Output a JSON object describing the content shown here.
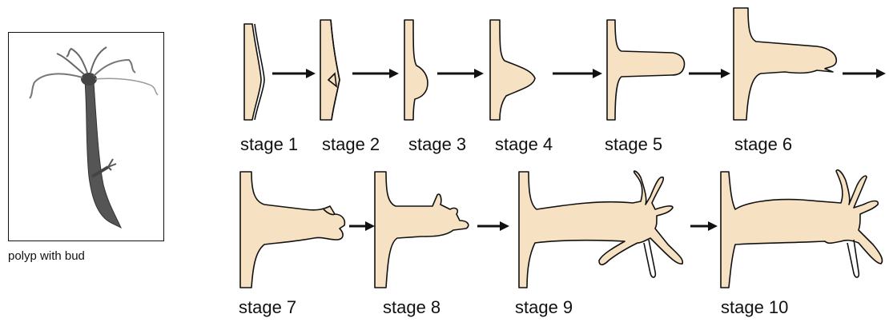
{
  "photo": {
    "caption": "polyp with bud"
  },
  "stages": [
    {
      "label": "stage 1"
    },
    {
      "label": "stage 2"
    },
    {
      "label": "stage 3"
    },
    {
      "label": "stage 4"
    },
    {
      "label": "stage 5"
    },
    {
      "label": "stage 6"
    },
    {
      "label": "stage 7"
    },
    {
      "label": "stage 8"
    },
    {
      "label": "stage 9"
    },
    {
      "label": "stage 10"
    }
  ],
  "colors": {
    "tissue": "#f6e2c2",
    "outline": "#111111"
  }
}
